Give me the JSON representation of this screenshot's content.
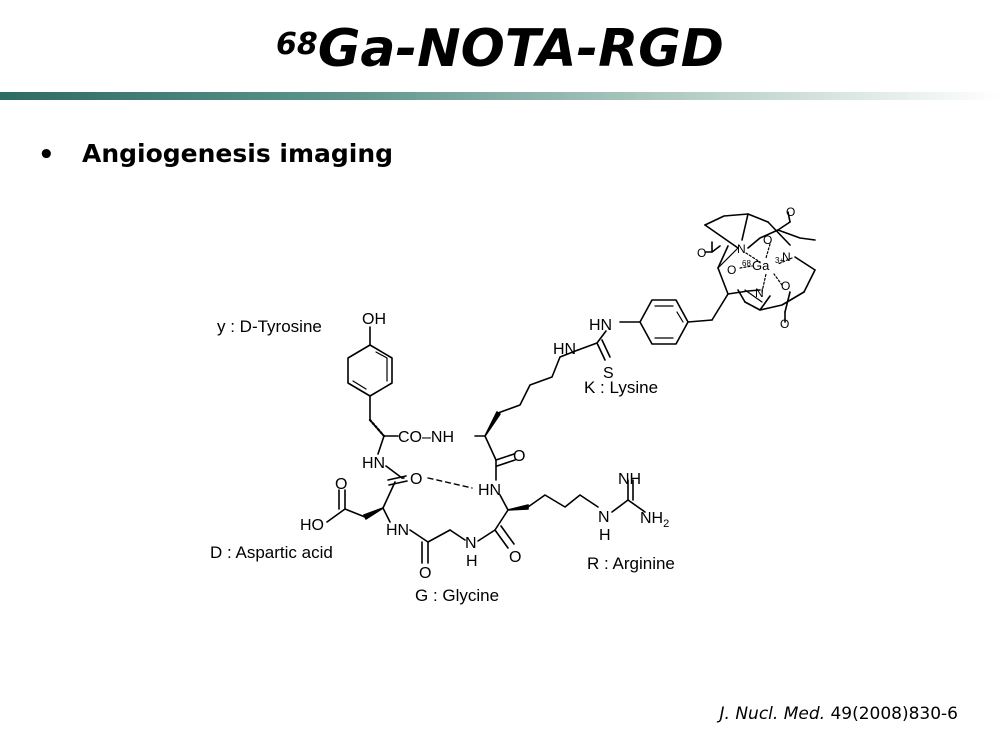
{
  "slide": {
    "title_sup": "68",
    "title_main": "Ga-NOTA-RGD",
    "bullet": "Angiogenesis imaging",
    "citation_journal": "J. Nucl. Med.",
    "citation_ref": "49(2008)830-6"
  },
  "structure": {
    "residue_labels": {
      "tyrosine": "y : D-Tyrosine",
      "lysine": "K : Lysine",
      "aspartic": "D : Aspartic acid",
      "glycine": "G : Glycine",
      "arginine": "R : Arginine"
    },
    "atoms": {
      "oh_tyr": "OH",
      "hn_thio": "HN",
      "hn_thio2": "HN",
      "s": "S",
      "co_nh": "CO–NH",
      "hn_left": "HN",
      "o_hbond": "O",
      "hn_hbond": "HN",
      "o_lys": "O",
      "o_acid": "O",
      "ho_acid": "HO",
      "hn_asp": "HN",
      "o_gly": "O",
      "n_gly": "N",
      "h_gly": "H",
      "o_arg": "O",
      "nh_guan": "NH",
      "n_guan": "N",
      "h_guan": "H",
      "nh2": "NH",
      "nh2_sub": "2",
      "cage_n1": "N",
      "cage_n2": "N",
      "cage_n3": "N",
      "cage_o1": "O",
      "cage_o2": "O",
      "cage_o3": "O",
      "cage_o4": "O",
      "cage_o5": "O",
      "cage_o6": "O",
      "ga_sup": "68",
      "ga": "Ga",
      "ga_charge": "3+"
    }
  }
}
